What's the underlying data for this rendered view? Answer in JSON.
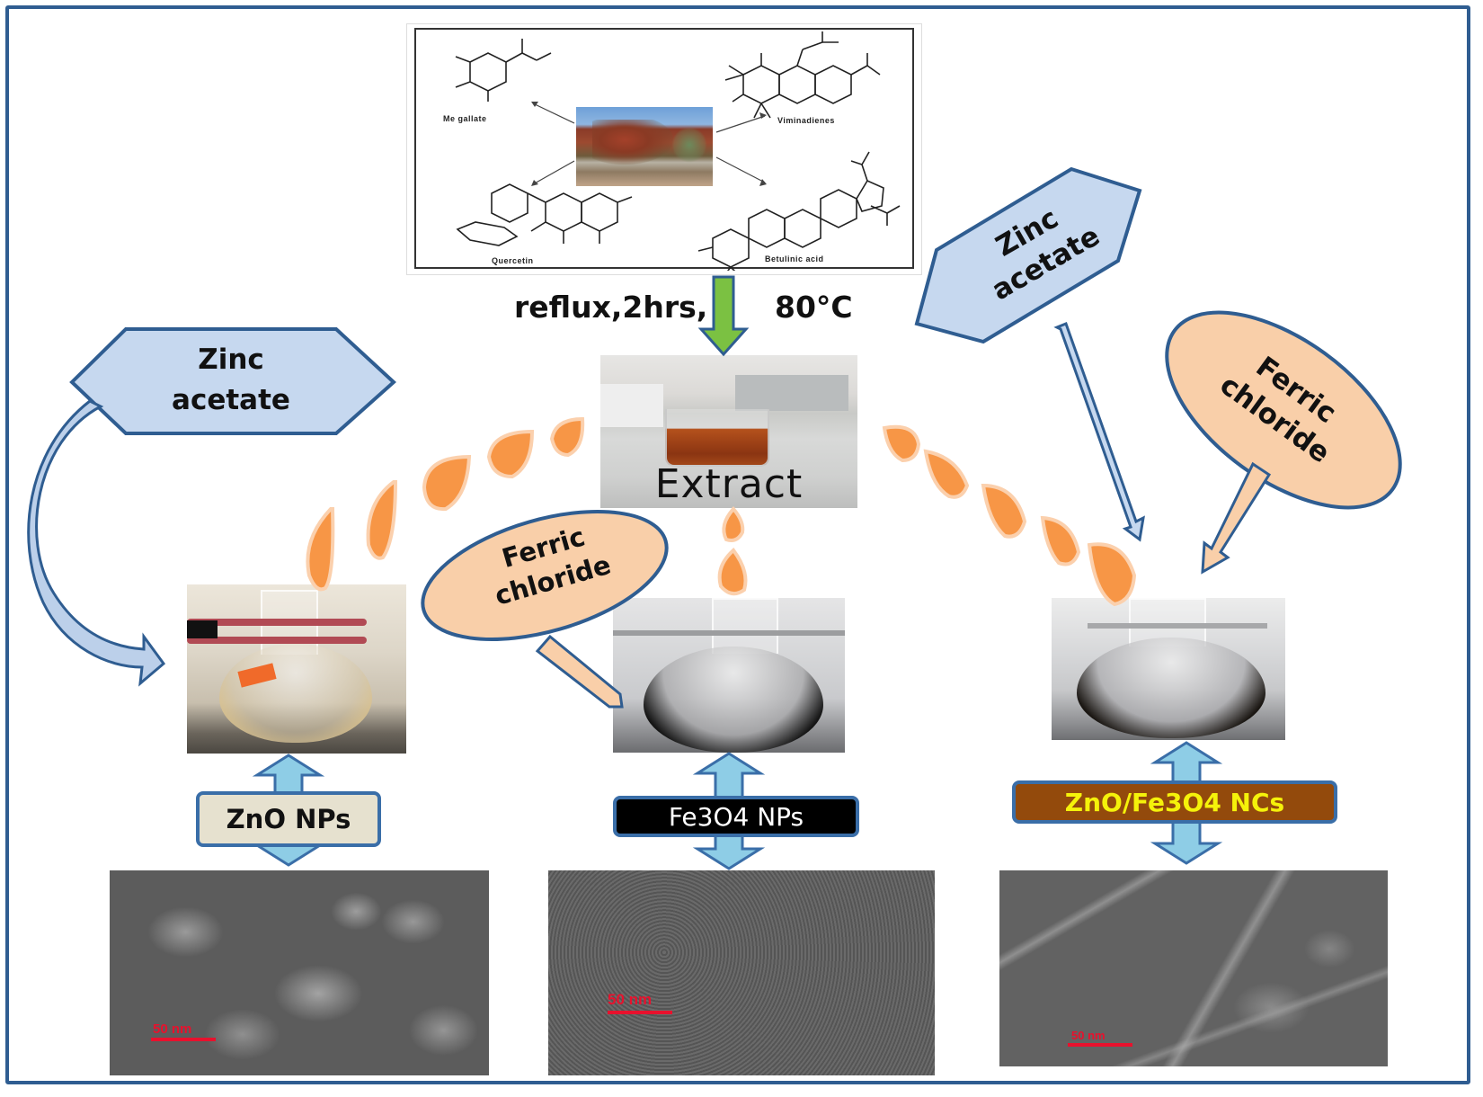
{
  "figure": {
    "type": "synthesis-scheme",
    "plant_source": {
      "compounds": [
        {
          "label": "Me gallate"
        },
        {
          "label": "Viminadienes"
        },
        {
          "label": "Quercetin"
        },
        {
          "label": "Betulinic acid"
        }
      ]
    },
    "conditions": {
      "text_left": "reflux,2hrs,",
      "text_right": "80°C"
    },
    "extract": {
      "label": "Extract"
    },
    "reagents": {
      "zinc_acetate_left": {
        "line1": "Zinc",
        "line2": "acetate"
      },
      "ferric_chloride_middle": {
        "line1": "Ferric",
        "line2": "chloride"
      },
      "zinc_acetate_right": {
        "line1": "Zinc",
        "line2": "acetate"
      },
      "ferric_chloride_right": {
        "line1": "Ferric",
        "line2": "chloride"
      }
    },
    "products": [
      {
        "label": "ZnO NPs",
        "scale_bar": "50 nm"
      },
      {
        "label": "Fe3O4 NPs",
        "scale_bar": "50 nm"
      },
      {
        "label": "ZnO/Fe3O4 NCs",
        "scale_bar": "50 nm"
      }
    ],
    "colors": {
      "frame": "#2f5d91",
      "hexagon_fill": "#c6d8ef",
      "hexagon_stroke": "#2f5d91",
      "ellipse_fill": "#f9cfa9",
      "droplet": "#f79646",
      "droplet_outline": "#fbd0ad",
      "down_arrow_fill": "#7bc142",
      "bidir_arrow_fill": "#8ecde6",
      "scale_bar": "#e8112d",
      "znfe_label_bg": "#934a0c",
      "znfe_label_text": "#f5f20a"
    }
  }
}
